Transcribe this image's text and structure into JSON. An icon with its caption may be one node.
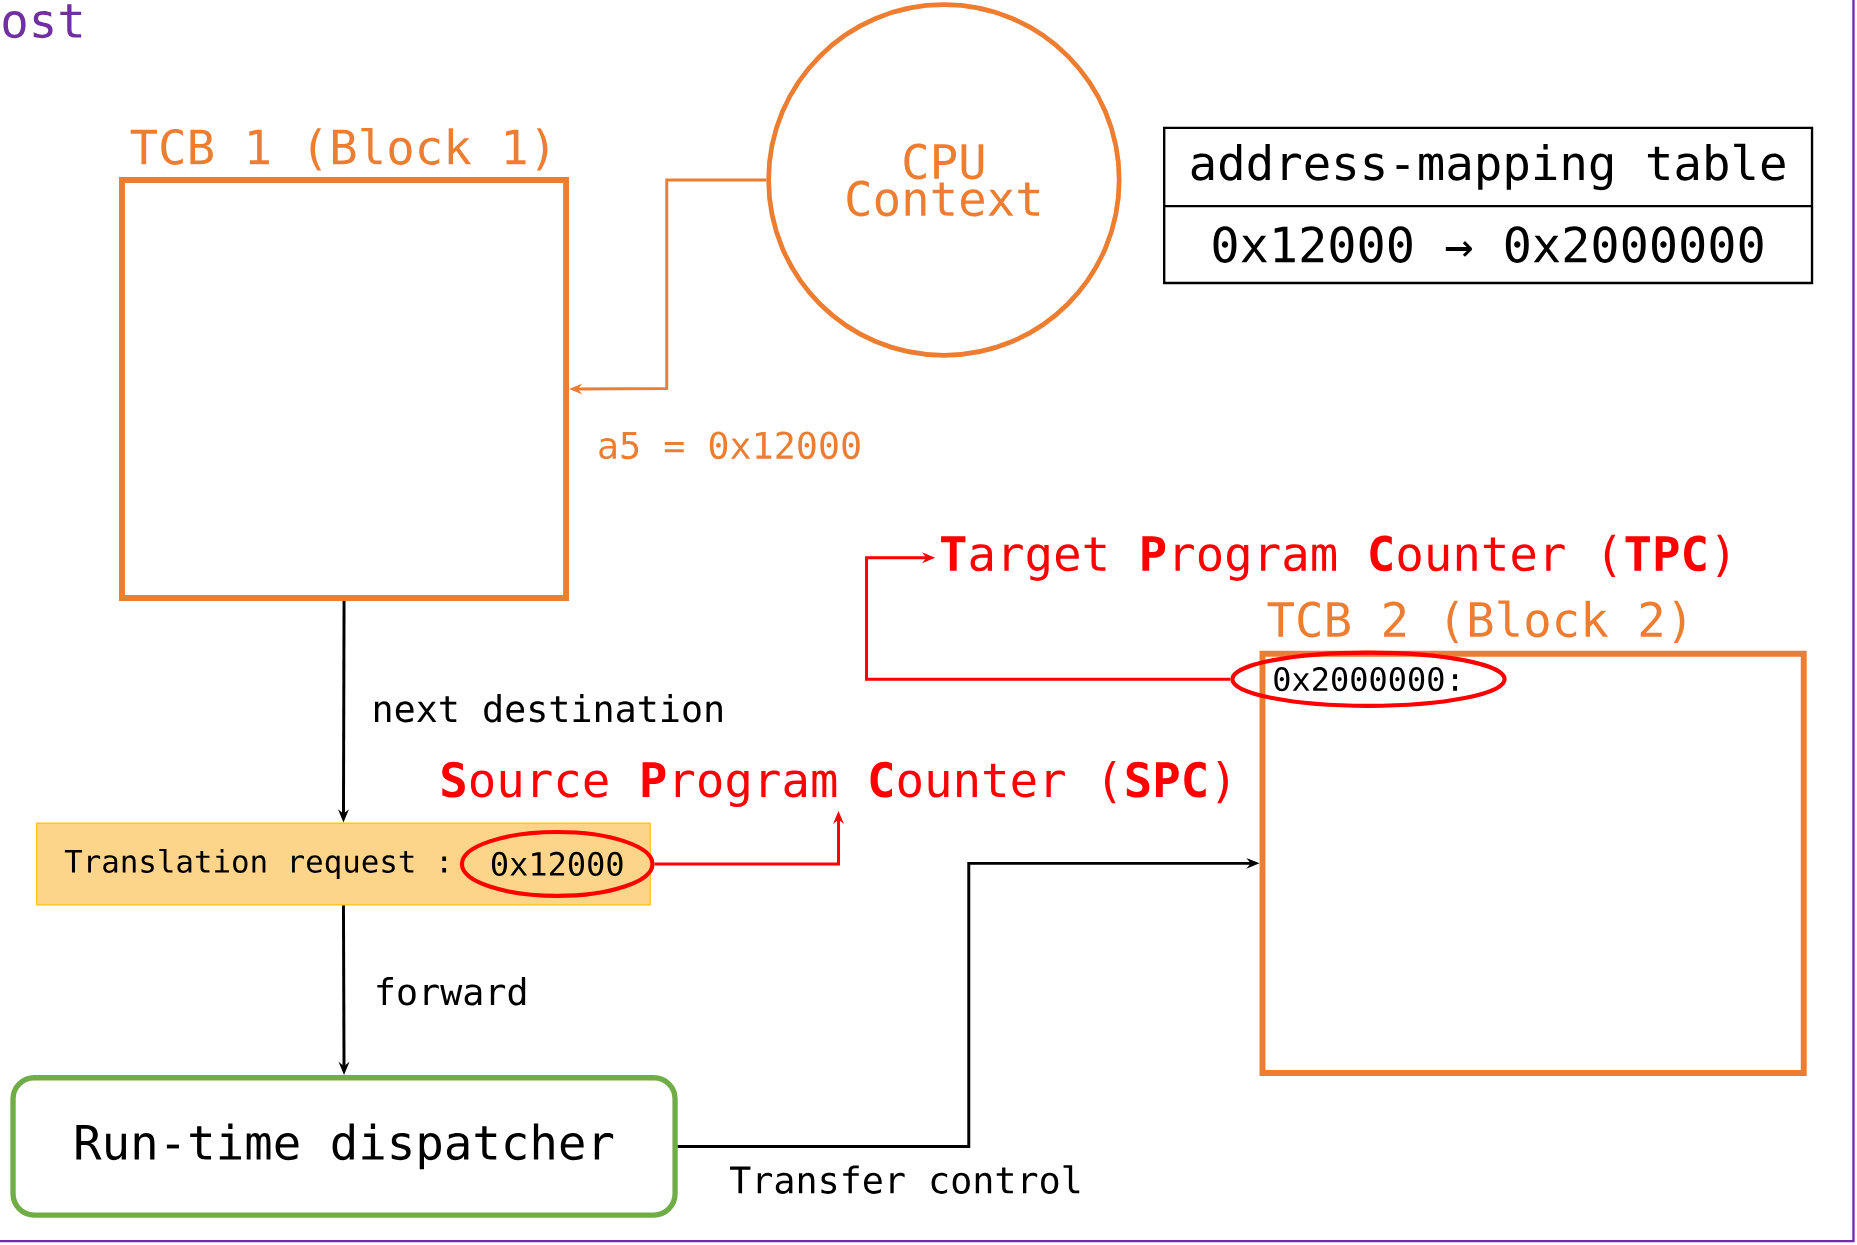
{
  "diagram": {
    "nodes": [
      {
        "text": [
          "TCB 1 (Block 1)"
        ]
      },
      {
        "text": [
          "CPU Context"
        ]
      },
      {
        "text": [
          "address-mapping table",
          "0x12000 → 0x2000000"
        ]
      },
      {
        "text": [
          "Translation request :"
        ]
      },
      {
        "text": [
          "0x12000"
        ],
        "in": 3
      },
      {
        "text": [
          "**S**ource **P**rogram **C**ounter (**SPC**)"
        ]
      },
      {
        "text": [
          "Run-time dispatcher"
        ]
      },
      {
        "text": [
          "TCB 2 (Block 2)"
        ]
      },
      {
        "text": [
          "0x2000000:"
        ],
        "in": 7
      },
      {
        "text": [
          "**T**arget **P**rogram **C**ounter (**TPC**)"
        ]
      }
    ],
    "edges": [
      {
        "from": 1,
        "to": 0,
        "arrow": "to",
        "label": "a5 = 0x12000",
        "color": "#ed7d31"
      },
      {
        "from": 0,
        "to": 3,
        "arrow": "to",
        "label": "next destination"
      },
      {
        "from": 3,
        "to": 6,
        "arrow": "to",
        "label": "forward"
      },
      {
        "from": 6,
        "to": 7,
        "arrow": "to",
        "label": "Transfer control"
      },
      {
        "from": 4,
        "to": 5,
        "arrow": "to",
        "color": "#ff0000"
      },
      {
        "from": 8,
        "to": 9,
        "arrow": "to",
        "color": "#ff0000"
      }
    ],
    "labels": [
      "ost"
    ]
  }
}
